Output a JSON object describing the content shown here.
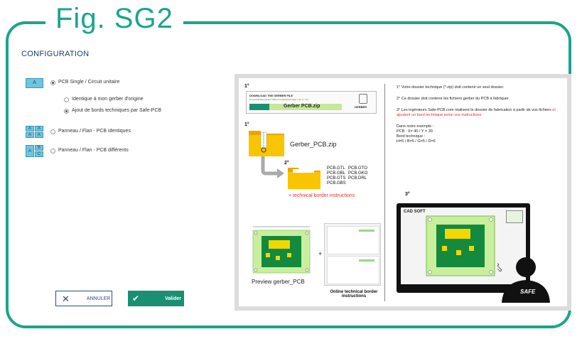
{
  "figure": {
    "title": "Fig. SG2"
  },
  "config": {
    "title": "CONFIGURATION"
  },
  "options": {
    "single": {
      "icon": "A",
      "label": "PCB Single / Circuit unitaire"
    },
    "sub1": {
      "label": "Identique à mon gerber d'origine"
    },
    "sub2": {
      "label": "Ajout de bords techniques par Safe-PCB"
    },
    "panel_same": {
      "icon": [
        "A",
        "A",
        "A",
        "A"
      ],
      "label": "Panneau / Flan - PCB identiques"
    },
    "panel_diff": {
      "icon": [
        "A",
        "B",
        "C"
      ],
      "label": "Panneau / Flan - PCB différents"
    }
  },
  "buttons": {
    "cancel": "ANNULER",
    "validate": "Valider"
  },
  "illustration": {
    "step1": "1°",
    "download_title": "DOWNLOAD THE GERBER FILE",
    "download_sub": "To send all files please make a compressed folder (.zip or .rar)",
    "download_btn": "Gerber PCB.zip",
    "download_tag": "GERBER",
    "zip_name": "Gerber_PCB.zip",
    "step2": "2°",
    "gerber_files": [
      "PCB.GTL",
      "PCB.GTO",
      "PCB.GBL",
      "PCB.GKO",
      "PCB.GTS",
      "PCB.DRL",
      "PCB.GBS"
    ],
    "technical_border": "technical border instructions",
    "preview_label": "Preview gerber_PCB",
    "online_label": "Online technical border instructions",
    "step3": "3°",
    "cad_soft": "CAD SOFT",
    "brand": "SAFE"
  },
  "notes": {
    "line1": "1° Votre dossier technique (*.zip) doit contenir un seul dossier.",
    "line2": "2° Ce dossier doit contenir les fichiers gerber du PCB à fabriquer.",
    "line3a": "3° Les ingénieurs Safe-PCB.com réalisent le dossier de fabrication à partir de vos fichiers",
    "line3b": "et ajoutent un bord technique selon vos instructions",
    "example_title": "Dans notre exemple :",
    "example_pcb": "PCB : X= 40 / Y = 30",
    "example_border_title": "Bord technique :",
    "example_border": "H=5 / B=5 / G=5 / D=5"
  },
  "colors": {
    "accent": "#1aa58a",
    "button": "#1a8f72",
    "pcb": "#138a3e",
    "folder": "#f5b800"
  }
}
